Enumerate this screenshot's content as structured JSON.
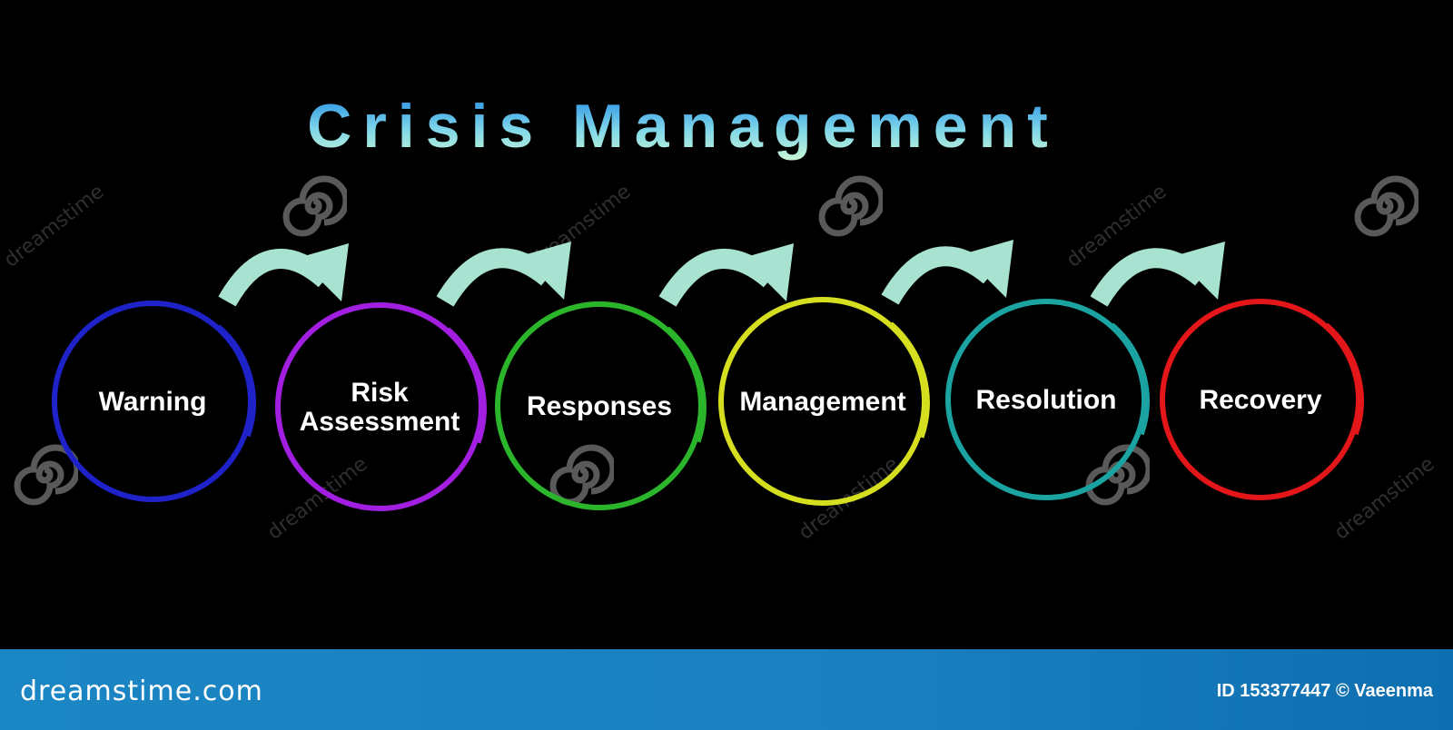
{
  "title": "Crisis Management",
  "steps": [
    {
      "label_lines": [
        "Warning"
      ],
      "color": "#1e22c8"
    },
    {
      "label_lines": [
        "Risk",
        "Assessment"
      ],
      "color": "#a21ee0"
    },
    {
      "label_lines": [
        "Responses"
      ],
      "color": "#2bb52b"
    },
    {
      "label_lines": [
        "Management"
      ],
      "color": "#d6df1f"
    },
    {
      "label_lines": [
        "Resolution"
      ],
      "color": "#1aa3a0"
    },
    {
      "label_lines": [
        "Recovery"
      ],
      "color": "#e3161a"
    }
  ],
  "arrow_color": "#a8e3d2",
  "title_gradient": [
    "#1e88e5",
    "#7fd6e8",
    "#c9f7d6"
  ],
  "watermark": {
    "text": "dreamstime",
    "icon": "swirl-icon"
  },
  "footer": {
    "site": "dreamstime.com",
    "credit": "ID 153377447 © Vaeenma"
  }
}
